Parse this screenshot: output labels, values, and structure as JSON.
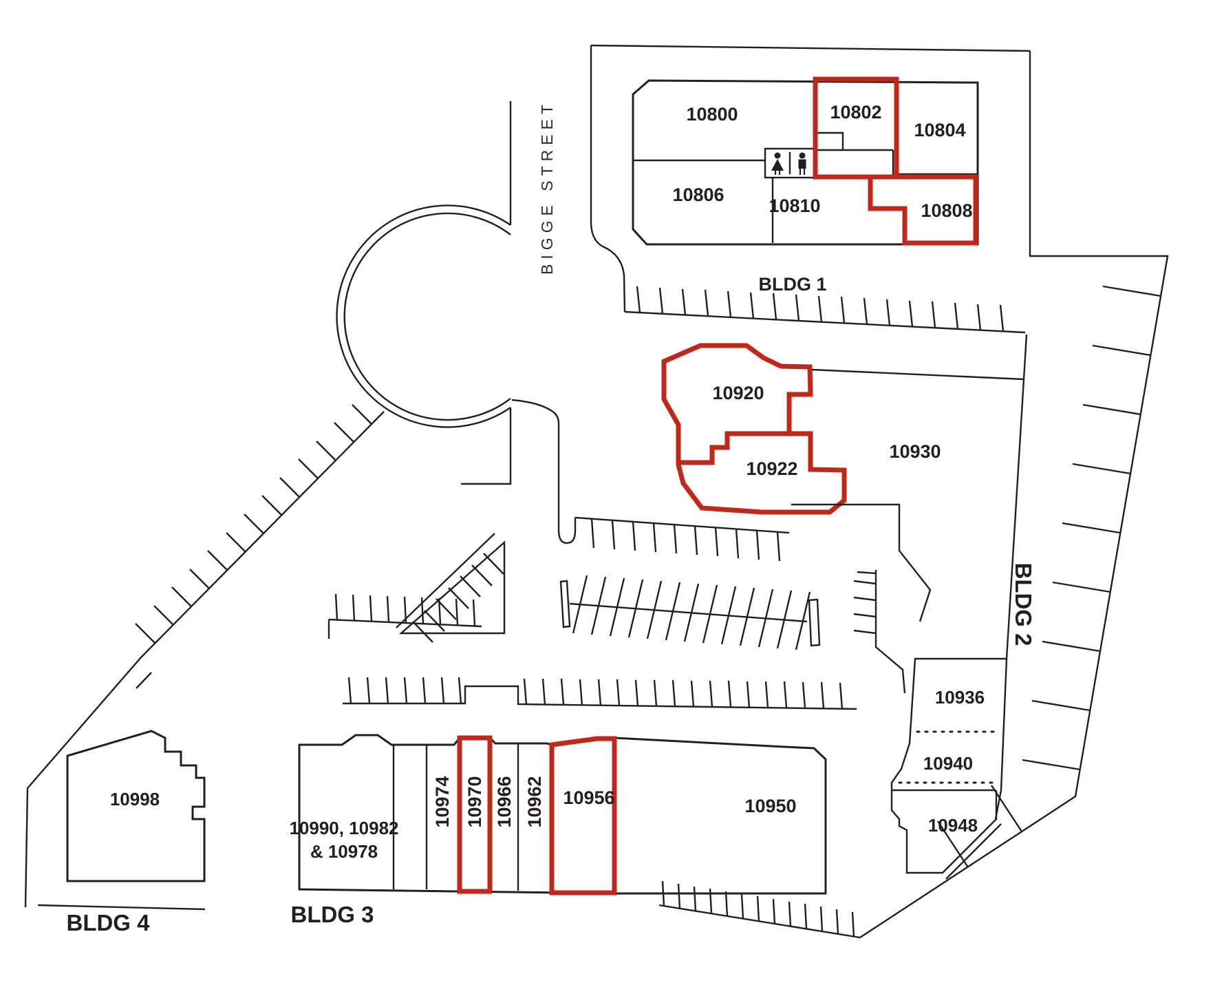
{
  "labels": {
    "street": "BIGGE STREET",
    "bldg1": "BLDG 1",
    "bldg2": "BLDG 2",
    "bldg3": "BLDG 3",
    "bldg4": "BLDG 4",
    "u10800": "10800",
    "u10802": "10802",
    "u10804": "10804",
    "u10806": "10806",
    "u10808": "10808",
    "u10810": "10810",
    "u10920": "10920",
    "u10922": "10922",
    "u10930": "10930",
    "u10936": "10936",
    "u10940": "10940",
    "u10948": "10948",
    "u10950": "10950",
    "u10956": "10956",
    "u10962": "10962",
    "u10966": "10966",
    "u10970": "10970",
    "u10974": "10974",
    "combo_line1": "10990, 10982",
    "combo_line2": "& 10978",
    "u10998": "10998"
  },
  "highlighted_units": [
    "10802",
    "10808",
    "10920",
    "10922",
    "10956",
    "10970"
  ],
  "colors": {
    "outline": "#231f20",
    "highlight": "#c22718",
    "background": "#ffffff"
  },
  "icons": {
    "restroom_women": "woman-pictogram",
    "restroom_men": "man-pictogram"
  }
}
